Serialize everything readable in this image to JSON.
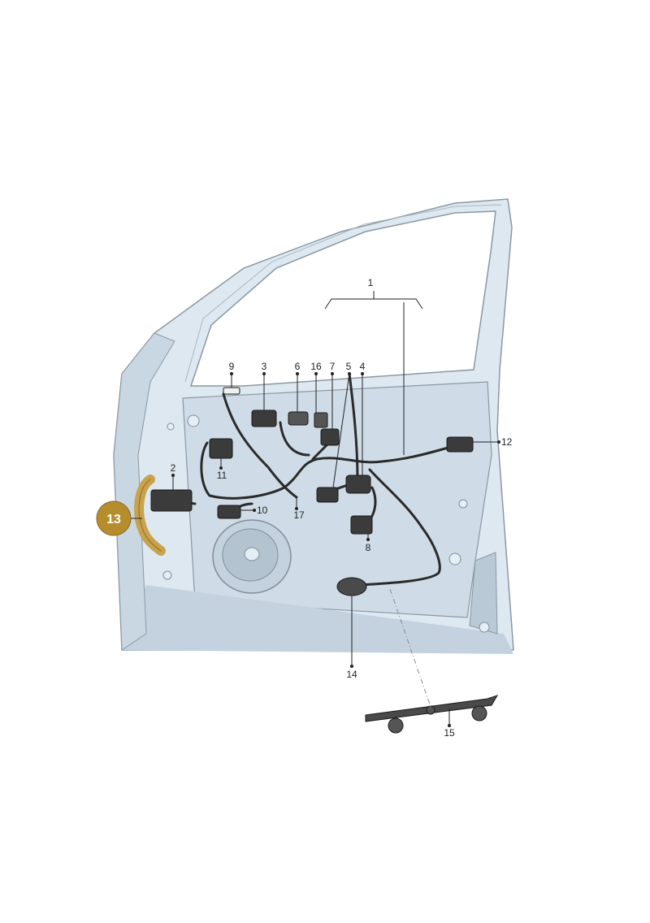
{
  "diagram": {
    "highlighted_part": "13",
    "callouts": [
      "1",
      "2",
      "3",
      "4",
      "5",
      "6",
      "7",
      "8",
      "9",
      "10",
      "11",
      "12",
      "14",
      "15",
      "16",
      "17"
    ]
  },
  "colors": {
    "door_fill": "#dde8f1",
    "door_shade": "#c3d2de",
    "door_stroke": "#8a98a4",
    "harness": "#2a2a2a",
    "connector": "#3b3b3b",
    "highlight": "#c9a24e",
    "highlight_stroke": "#8a6a22",
    "badge": "#b58d2c"
  }
}
